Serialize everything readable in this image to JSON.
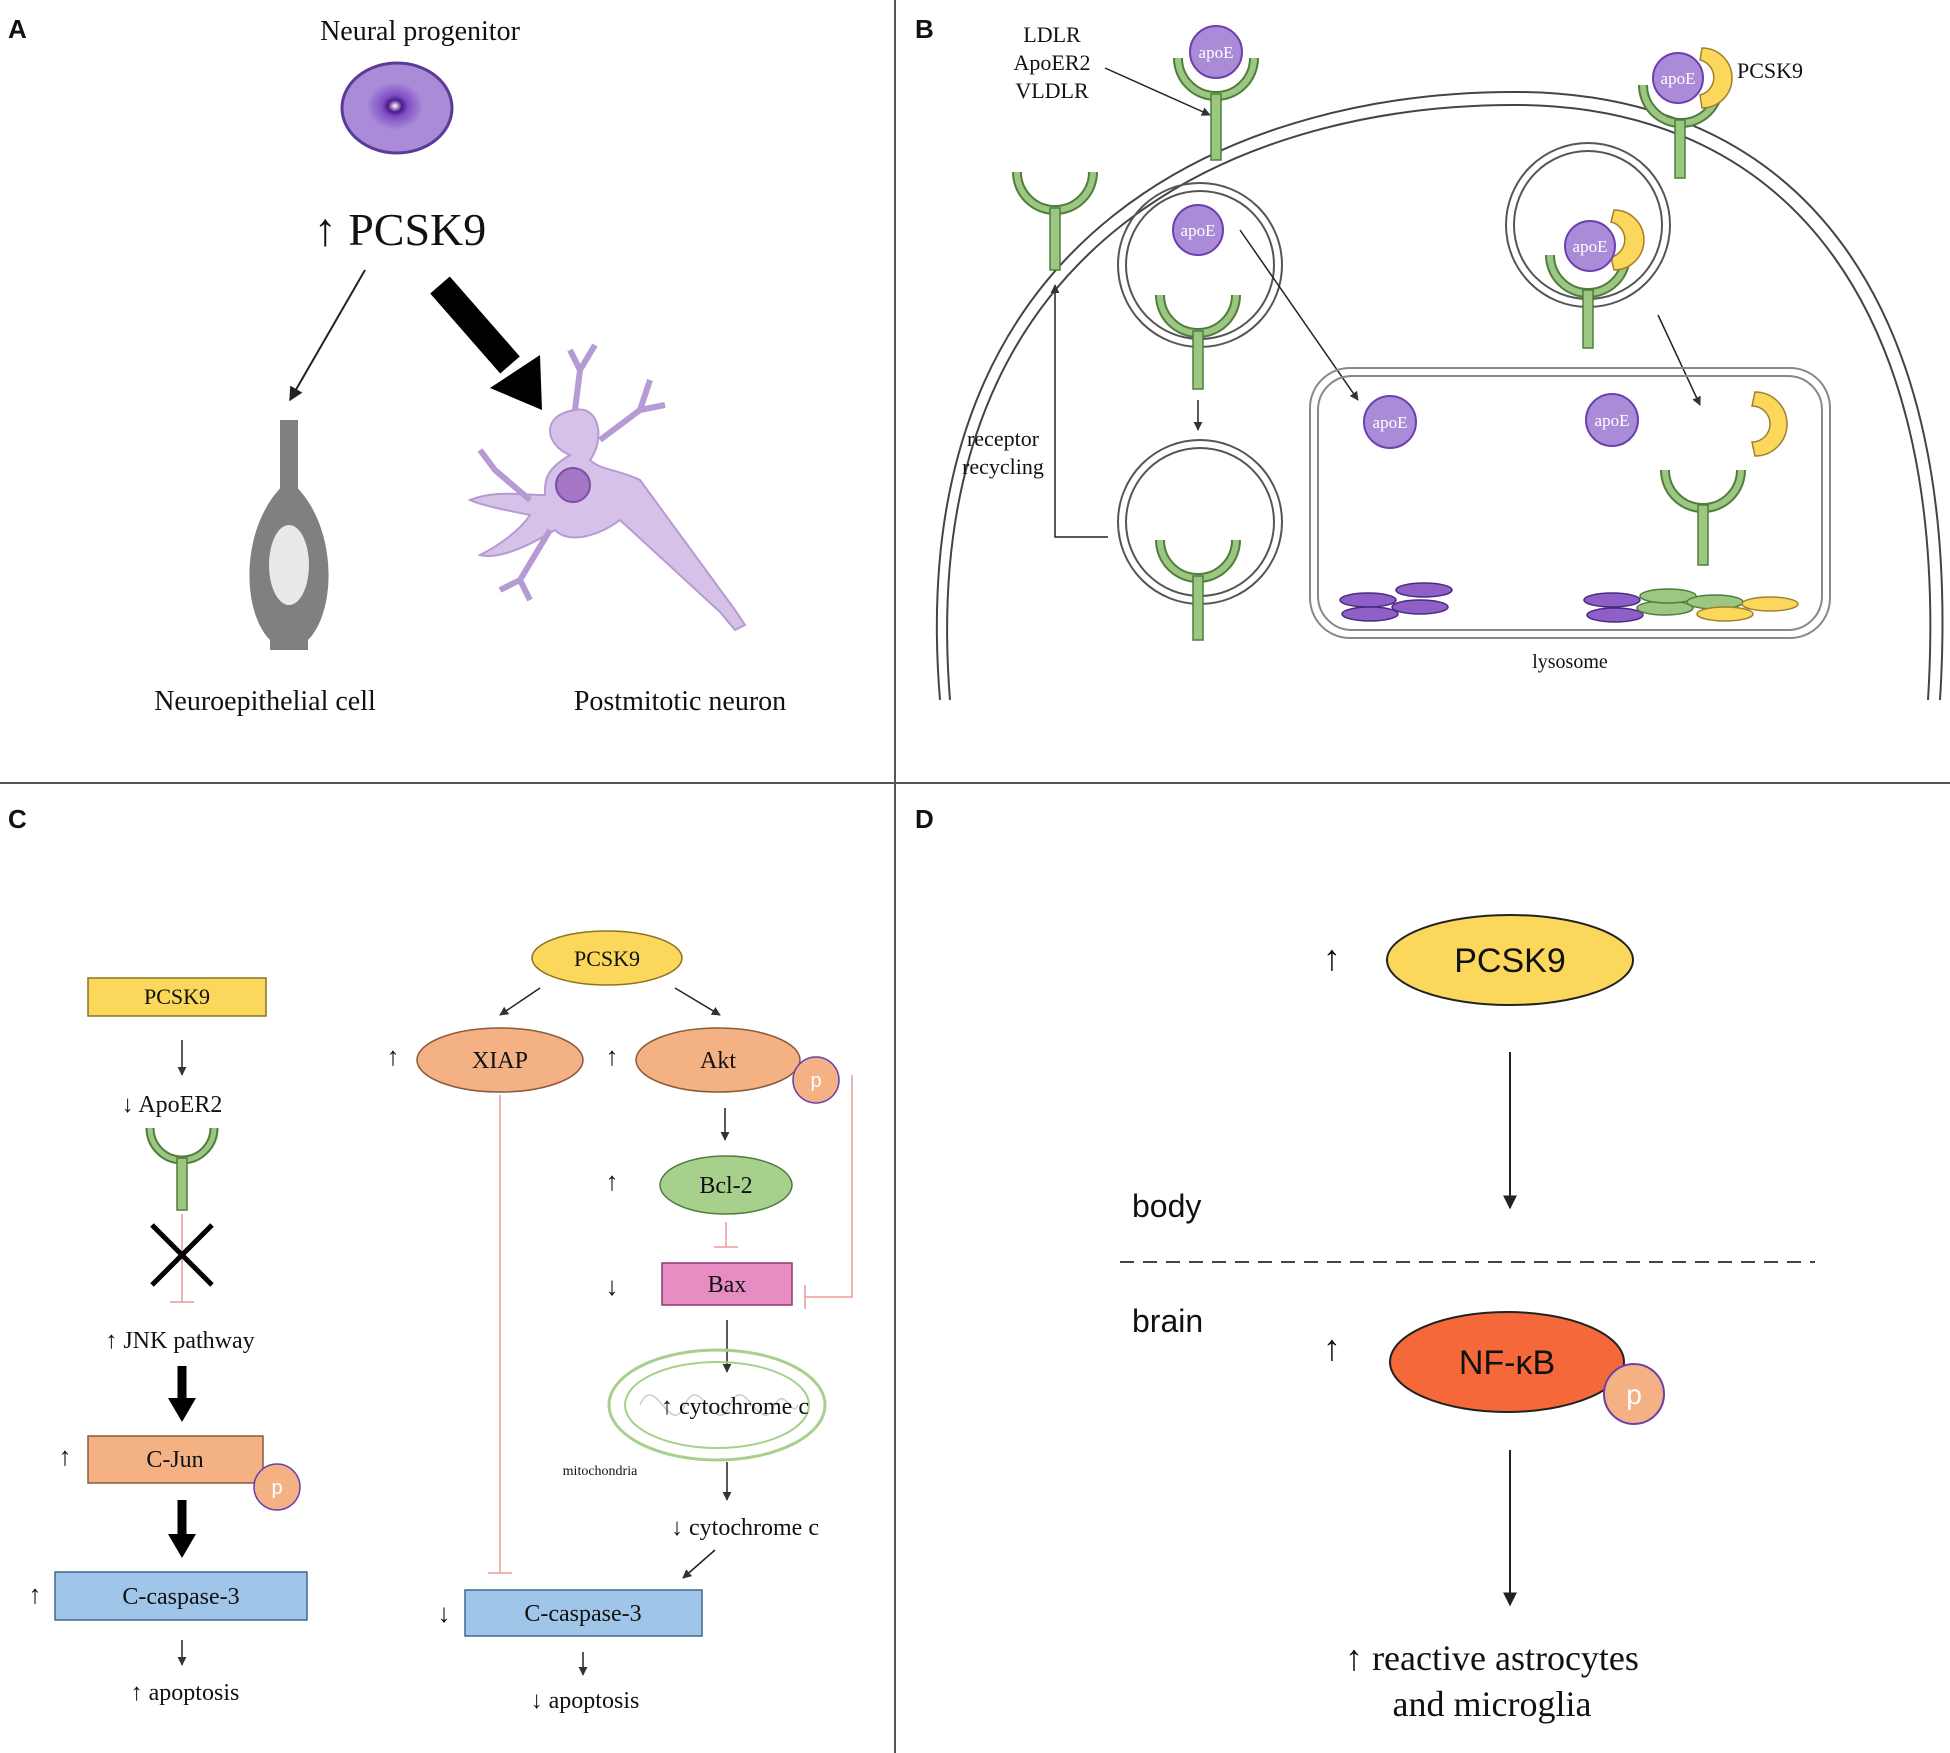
{
  "colors": {
    "purple": "#a98bd8",
    "purple_dark": "#6b3fb0",
    "receptor_green": "#9cc783",
    "receptor_stroke": "#4f7d3b",
    "pcsk9_yellow": "#fbd75c",
    "orange": "#f4b183",
    "pink": "#e88cc4",
    "blue": "#9fc5e8",
    "green_oval": "#a8d08d",
    "nfkb_red": "#f4683a",
    "inhibit_red": "#e89a9a",
    "neuron_purple": "#d6c2e8",
    "neuroepithelial_gray": "#808080"
  },
  "panelA": {
    "label": "A",
    "progenitor_label": "Neural progenitor",
    "pcsk9_label": "↑ PCSK9",
    "neuroepithelial_label": "Neuroepithelial cell",
    "postmitotic_label": "Postmitotic neuron"
  },
  "panelB": {
    "label": "B",
    "receptor_names": [
      "LDLR",
      "ApoER2",
      "VLDLR"
    ],
    "apoe": "apoE",
    "pcsk9": "PCSK9",
    "recycling": [
      "receptor",
      "recycling"
    ],
    "lysosome": "lysosome"
  },
  "panelC": {
    "label": "C",
    "left": {
      "pcsk9": "PCSK9",
      "apoer2": "↓ ApoER2",
      "jnk": "↑ JNK pathway",
      "cjun": "C-Jun",
      "caspase": "C-caspase-3",
      "apoptosis": "↑ apoptosis",
      "up": "↑",
      "p": "p"
    },
    "right": {
      "pcsk9": "PCSK9",
      "xiap": "XIAP",
      "akt": "Akt",
      "bcl2": "Bcl-2",
      "bax": "Bax",
      "cyto_mito": "↑ cytochrome c",
      "mitochondria": "mitochondria",
      "cyto_down": "↓ cytochrome c",
      "caspase": "C-caspase-3",
      "apoptosis": "↓ apoptosis",
      "up": "↑",
      "down": "↓",
      "p": "p"
    }
  },
  "panelD": {
    "label": "D",
    "pcsk9": "PCSK9",
    "body": "body",
    "brain": "brain",
    "nfkb": "NF-κB",
    "p": "p",
    "up": "↑",
    "outcome": [
      "↑ reactive astrocytes",
      "and microglia"
    ]
  }
}
